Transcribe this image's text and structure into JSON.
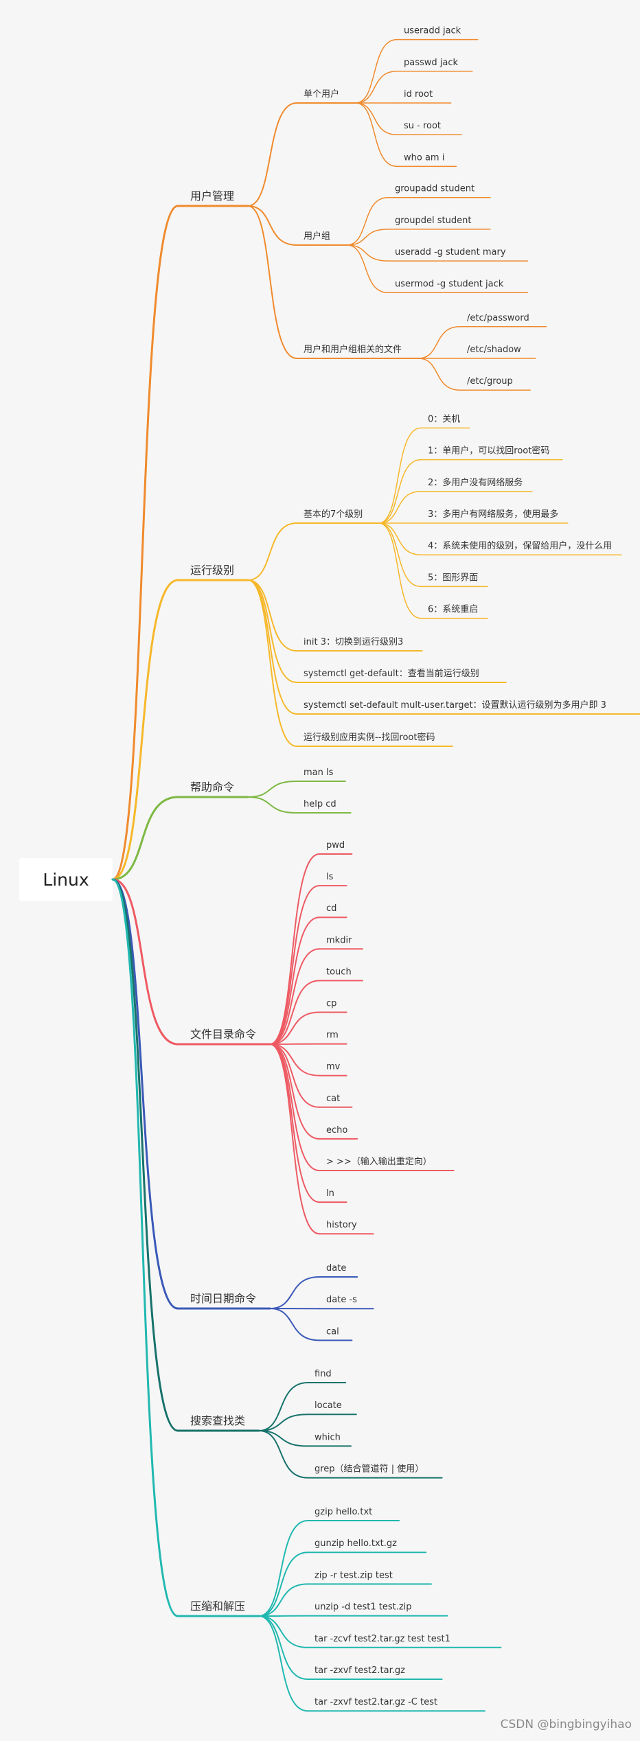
{
  "root": {
    "label": "Linux"
  },
  "watermark": "CSDN @bingbingyihao",
  "branches": [
    {
      "label": "用户管理",
      "color": "#f08a2c",
      "children": [
        {
          "label": "单个用户",
          "children": [
            {
              "label": "useradd jack"
            },
            {
              "label": "passwd jack"
            },
            {
              "label": "id root"
            },
            {
              "label": "su - root"
            },
            {
              "label": "who am i"
            }
          ]
        },
        {
          "label": "用户组",
          "children": [
            {
              "label": "groupadd student"
            },
            {
              "label": "groupdel student"
            },
            {
              "label": "useradd -g student mary"
            },
            {
              "label": "usermod -g student jack"
            }
          ]
        },
        {
          "label": "用户和用户组相关的文件",
          "children": [
            {
              "label": "/etc/password"
            },
            {
              "label": "/etc/shadow"
            },
            {
              "label": "/etc/group"
            }
          ]
        }
      ]
    },
    {
      "label": "运行级别",
      "color": "#f6b82a",
      "children": [
        {
          "label": "基本的7个级别",
          "children": [
            {
              "label": "0：关机"
            },
            {
              "label": "1：单用户，可以找回root密码"
            },
            {
              "label": "2：多用户没有网络服务"
            },
            {
              "label": "3：多用户有网络服务，使用最多"
            },
            {
              "label": "4：系统未使用的级别，保留给用户，没什么用"
            },
            {
              "label": "5：图形界面"
            },
            {
              "label": "6：系统重启"
            }
          ]
        },
        {
          "label": "init 3：切换到运行级别3"
        },
        {
          "label": "systemctl get-default：查看当前运行级别"
        },
        {
          "label": "systemctl set-default mult-user.target：设置默认运行级别为多用户即 3"
        },
        {
          "label": "运行级别应用实例--找回root密码"
        }
      ]
    },
    {
      "label": "帮助命令",
      "color": "#7db843",
      "children": [
        {
          "label": "man ls"
        },
        {
          "label": "help cd"
        }
      ]
    },
    {
      "label": "文件目录命令",
      "color": "#ee5a63",
      "children": [
        {
          "label": "pwd"
        },
        {
          "label": "ls"
        },
        {
          "label": "cd"
        },
        {
          "label": "mkdir"
        },
        {
          "label": "touch"
        },
        {
          "label": "cp"
        },
        {
          "label": "rm"
        },
        {
          "label": "mv"
        },
        {
          "label": "cat"
        },
        {
          "label": "echo"
        },
        {
          "label": ">    >>（输入输出重定向）"
        },
        {
          "label": "ln"
        },
        {
          "label": "history"
        }
      ]
    },
    {
      "label": "时间日期命令",
      "color": "#3a59b8",
      "children": [
        {
          "label": "date"
        },
        {
          "label": "date -s"
        },
        {
          "label": "cal"
        }
      ]
    },
    {
      "label": "搜索查找类",
      "color": "#17726b",
      "children": [
        {
          "label": "find"
        },
        {
          "label": "locate"
        },
        {
          "label": "which"
        },
        {
          "label": "grep（结合管道符 | 使用）"
        }
      ]
    },
    {
      "label": "压缩和解压",
      "color": "#20b8b0",
      "children": [
        {
          "label": "gzip hello.txt"
        },
        {
          "label": "gunzip hello.txt.gz"
        },
        {
          "label": "zip -r test.zip test"
        },
        {
          "label": "unzip -d test1 test.zip"
        },
        {
          "label": "tar -zcvf test2.tar.gz test test1"
        },
        {
          "label": "tar -zxvf test2.tar.gz"
        },
        {
          "label": "tar -zxvf test2.tar.gz -C test"
        }
      ]
    }
  ]
}
